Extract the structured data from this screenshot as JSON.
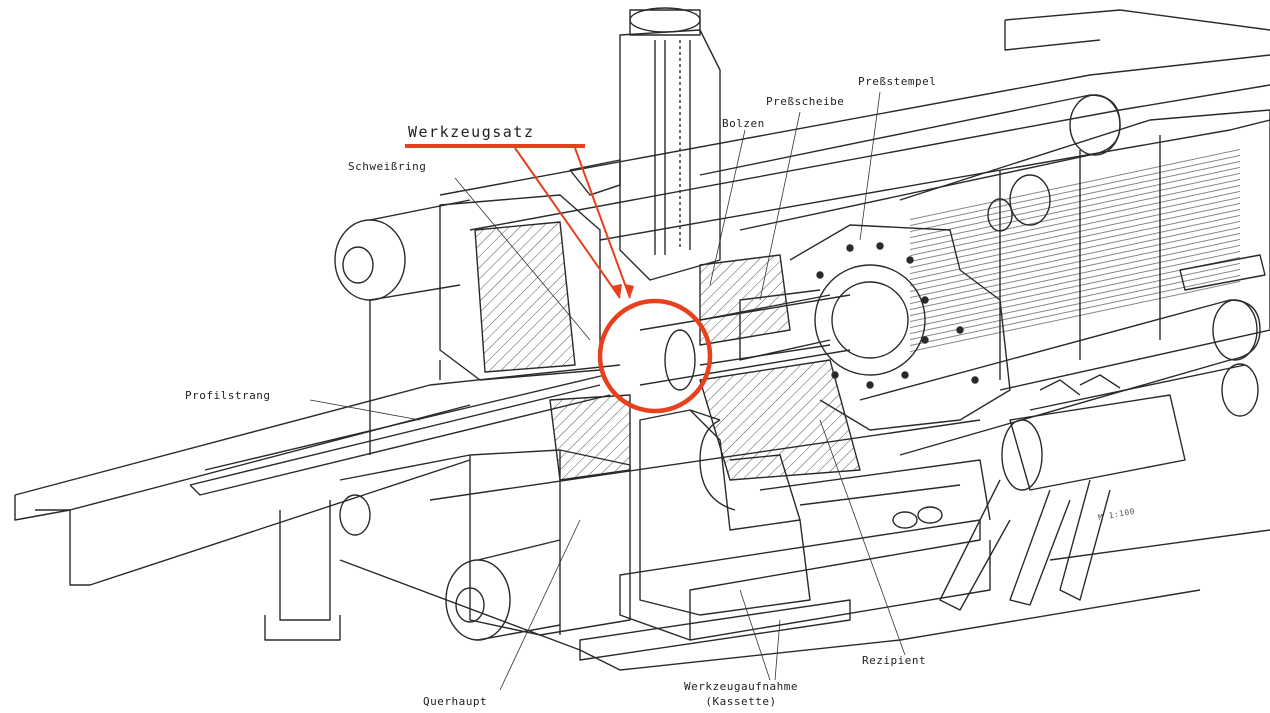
{
  "labels": {
    "werkzeugsatz": "Werkzeugsatz",
    "schweissring": "Schweißring",
    "bolzen": "Bolzen",
    "pressscheibe": "Preßscheibe",
    "pressstempel": "Preßstempel",
    "profilstrang": "Profilstrang",
    "querhaupt": "Querhaupt",
    "werkzeugaufnahme_line1": "Werkzeugaufnahme",
    "werkzeugaufnahme_line2": "(Kassette)",
    "rezipient": "Rezipient",
    "scale_note": "M 1:100"
  },
  "colors": {
    "highlight": "#e8401c",
    "line": "#2a2a2a",
    "hatch": "#555555"
  }
}
